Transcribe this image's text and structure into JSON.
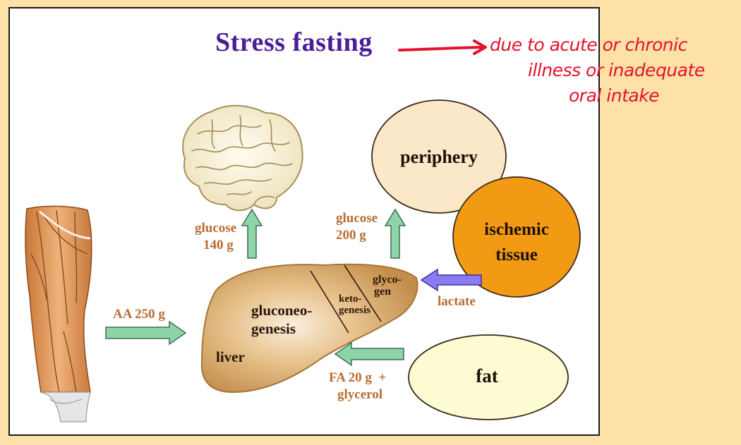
{
  "title": "Stress fasting",
  "annotation": {
    "lines": [
      "due to acute or chronic",
      "illness or inadequate",
      "oral intake"
    ]
  },
  "labels": {
    "periphery": "periphery",
    "ischemic_line1": "ischemic",
    "ischemic_line2": "tissue",
    "fat": "fat",
    "liver": "liver",
    "gluconeo_line1": "gluconeo-",
    "gluconeo_line2": "genesis",
    "keto_line1": "keto-",
    "keto_line2": "genesis",
    "glyco_line1": "glyco-",
    "glyco_line2": "gen"
  },
  "flows": {
    "glucose_brain_line1": "glucose",
    "glucose_brain_line2": "140 g",
    "glucose_periphery_line1": "glucose",
    "glucose_periphery_line2": "200 g",
    "aa": "AA 250 g",
    "lactate": "lactate",
    "fa_line1": "FA 20 g  +",
    "fa_line2": "glycerol"
  },
  "colors": {
    "title": "#4b1e98",
    "flow_label": "#b76d32",
    "arrow_green": "#8fd4a8",
    "arrow_purple": "#8a7cf0",
    "periphery_fill": "#fbe8c8",
    "ischemic_fill": "#f29a14",
    "fat_fill": "#fdfbd2",
    "liver_fill": "#d4a463",
    "annotation": "#e3122d",
    "page_background": "#fde1a6"
  },
  "icons": [
    "brain-illustration",
    "leg-muscle-illustration",
    "liver-illustration"
  ]
}
